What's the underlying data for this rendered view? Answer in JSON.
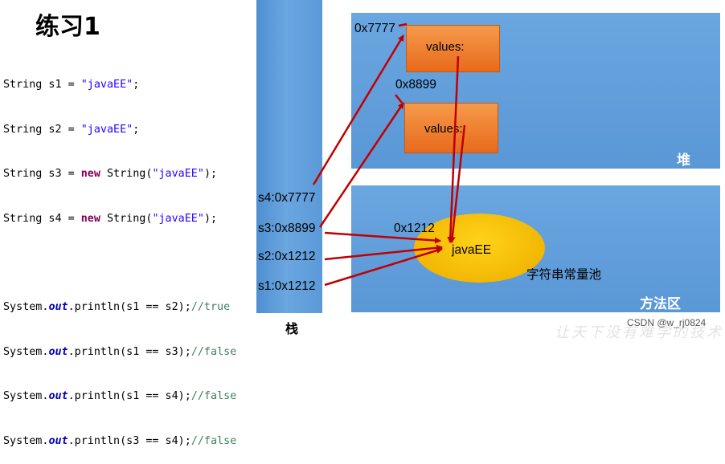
{
  "title": "练习1",
  "code": {
    "l1": {
      "pre": "String s1 = ",
      "str": "\"javaEE\"",
      "post": ";"
    },
    "l2": {
      "pre": "String s2 = ",
      "str": "\"javaEE\"",
      "post": ";"
    },
    "l3": {
      "pre": "String s3 = ",
      "kw": "new",
      "mid": " String(",
      "str": "\"javaEE\"",
      "post": ");"
    },
    "l4": {
      "pre": "String s4 = ",
      "kw": "new",
      "mid": " String(",
      "str": "\"javaEE\"",
      "post": ");"
    },
    "p1": {
      "pre": "System.",
      "fld": "out",
      "mid": ".println(s1 == s2);",
      "com": "//true"
    },
    "p2": {
      "pre": "System.",
      "fld": "out",
      "mid": ".println(s1 == s3);",
      "com": "//false"
    },
    "p3": {
      "pre": "System.",
      "fld": "out",
      "mid": ".println(s1 == s4);",
      "com": "//false"
    },
    "p4": {
      "pre": "System.",
      "fld": "out",
      "mid": ".println(s3 == s4);",
      "com": "//false"
    }
  },
  "stack_vars": [
    "s4:0x7777",
    "s3:0x8899",
    "s2:0x1212",
    "s1:0x1212"
  ],
  "heap": {
    "label": "堆",
    "objects": [
      {
        "address": "0x7777",
        "field": "values:"
      },
      {
        "address": "0x8899",
        "field": "values:"
      }
    ]
  },
  "method_area": {
    "label": "方法区",
    "pool_address": "0x1212",
    "pool_value": "javaEE",
    "pool_label": "字符串常量池"
  },
  "stack_label": "栈",
  "watermark": "CSDN @w_rj0824",
  "faint_text": "让天下没有难学的技术",
  "colors": {
    "arrow": "#c00000",
    "region": "#5b9bd5",
    "object": "#ed7d31",
    "pool": "#ffc000"
  }
}
